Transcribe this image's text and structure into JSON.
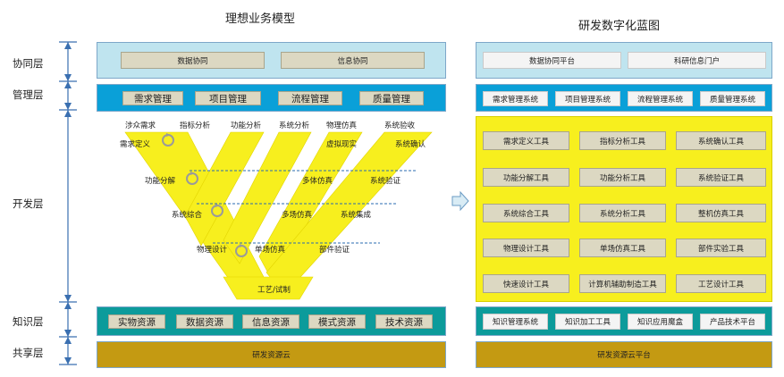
{
  "left_title": "理想业务模型",
  "right_title": "研发数字化蓝图",
  "layers": {
    "collab": "协同层",
    "manage": "管理层",
    "develop": "开发层",
    "knowledge": "知识层",
    "share": "共享层"
  },
  "left": {
    "collab_items": [
      "数据协同",
      "信息协同"
    ],
    "manage_items": [
      "需求管理",
      "项目管理",
      "流程管理",
      "质量管理"
    ],
    "v_top_labels": [
      "涉众需求",
      "指标分析",
      "功能分析",
      "系统分析",
      "物理仿真",
      "系统验收"
    ],
    "v_left_labels": [
      "需求定义",
      "功能分解",
      "系统综合",
      "物理设计"
    ],
    "v_right_labels": [
      "虚拟现实",
      "系统确认",
      "多体仿真",
      "系统验证",
      "多场仿真",
      "系统集成",
      "单场仿真",
      "部件验证"
    ],
    "v_bottom_label": "工艺/试制",
    "knowledge_items": [
      "实物资源",
      "数据资源",
      "信息资源",
      "模式资源",
      "技术资源"
    ],
    "share_label": "研发资源云"
  },
  "right": {
    "collab_items": [
      "数据协同平台",
      "科研信息门户"
    ],
    "manage_items": [
      "需求管理系统",
      "项目管理系统",
      "流程管理系统",
      "质量管理系统"
    ],
    "tools": [
      [
        "需求定义工具",
        "指标分析工具",
        "系统确认工具"
      ],
      [
        "功能分解工具",
        "功能分析工具",
        "系统验证工具"
      ],
      [
        "系统综合工具",
        "系统分析工具",
        "整机仿真工具"
      ],
      [
        "物理设计工具",
        "单场仿真工具",
        "部件实验工具"
      ],
      [
        "快速设计工具",
        "计算机辅助制造工具",
        "工艺设计工具"
      ]
    ],
    "knowledge_items": [
      "知识管理系统",
      "知识加工工具",
      "知识应用魔盒",
      "产品技术平台"
    ],
    "share_label": "研发资源云平台"
  },
  "colors": {
    "light_band": "#bfe4ef",
    "blue_band": "#0aa0d8",
    "yellow": "#f7ef1e",
    "teal_band": "#0c9b9b",
    "gold_band": "#c49a12",
    "chip_beige": "#dcd8c2",
    "axis_blue": "#3a6fb0"
  },
  "icons": [
    "cycle-arrow-icon",
    "right-arrow-icon"
  ]
}
